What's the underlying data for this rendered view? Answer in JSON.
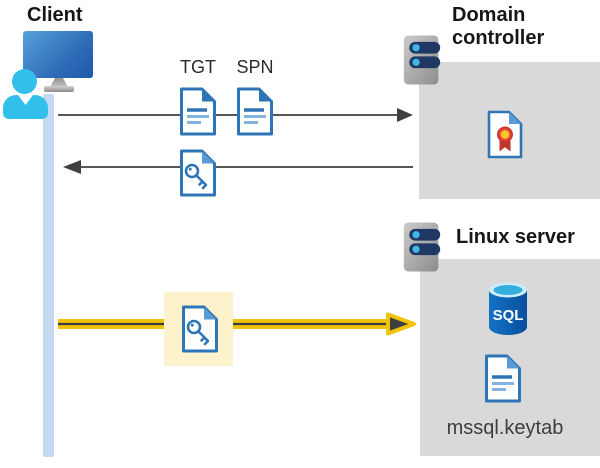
{
  "client": {
    "label": "Client"
  },
  "domain_controller": {
    "label": "Domain controller"
  },
  "linux_server": {
    "label": "Linux server",
    "sql_label": "SQL",
    "keytab_label": "mssql.keytab"
  },
  "tickets": {
    "tgt_label": "TGT",
    "spn_label": "SPN"
  },
  "icons": {
    "client": "client-workstation-user-icon",
    "domain_controller": "server-icon",
    "linux_server": "server-icon",
    "tgt": "document-icon",
    "spn": "document-icon",
    "service_ticket": "key-document-icon",
    "certificate": "certificate-icon",
    "database": "sql-database-icon",
    "keytab": "document-icon"
  },
  "colors": {
    "doc_blue": "#2e75b6",
    "doc_blue_light": "#85b3e0",
    "lifeline_blue": "#c5d9f1",
    "box_gray": "#d9d9d9",
    "highlight_yellow": "#fcf2cc",
    "arrow_yellow": "#f0c30c",
    "arrow_gray": "#3f3f3f",
    "server_navy": "#1f3864",
    "dot_cyan": "#41b6e6",
    "person_cyan": "#33bfeb",
    "cert_red": "#d6463c",
    "cert_gold": "#ffc527",
    "sql_blue": "#0d58a8"
  }
}
